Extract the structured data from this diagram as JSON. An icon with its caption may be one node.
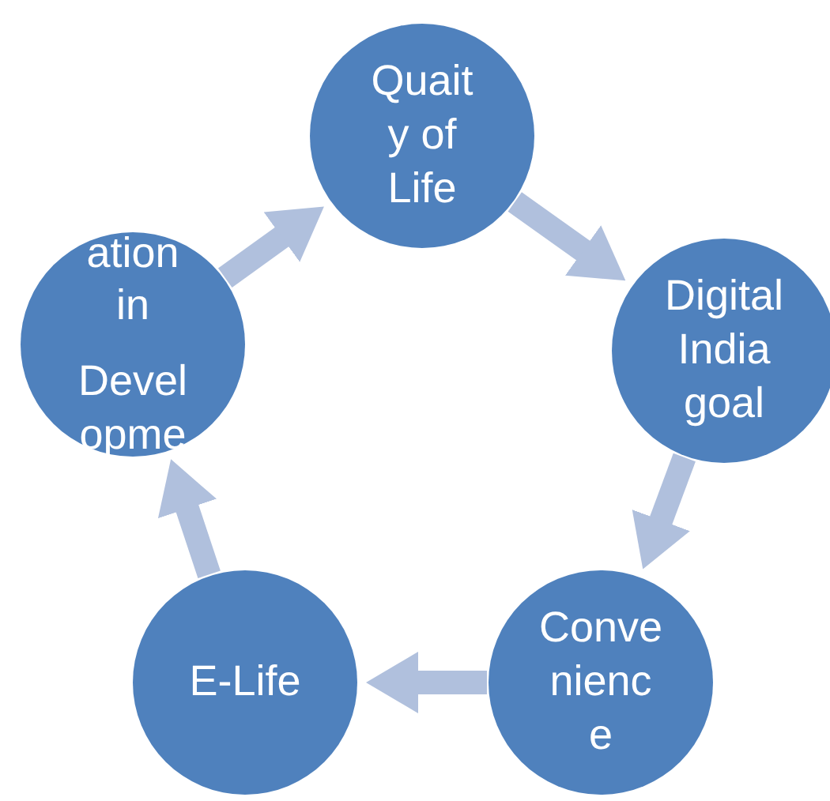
{
  "diagram": {
    "nodes": [
      {
        "text": [
          "Quait y of Life"
        ]
      },
      {
        "text": [
          "Digital India goal"
        ]
      },
      {
        "text": [
          "Conve nienc e"
        ]
      },
      {
        "text": [
          "E-Life"
        ]
      },
      {
        "text": [
          "ation in",
          "Devel opme"
        ]
      }
    ],
    "edges": [
      {
        "from": 0,
        "to": 1,
        "arrow": "to"
      },
      {
        "from": 1,
        "to": 2,
        "arrow": "to"
      },
      {
        "from": 2,
        "to": 3,
        "arrow": "to"
      },
      {
        "from": 3,
        "to": 4,
        "arrow": "to"
      },
      {
        "from": 4,
        "to": 0,
        "arrow": "to"
      }
    ]
  }
}
